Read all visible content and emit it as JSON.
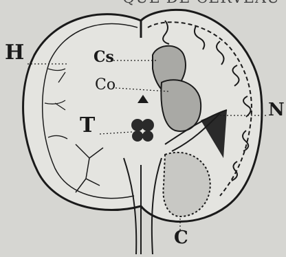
{
  "figure": {
    "labels": {
      "H": "H",
      "Cs": "Cs",
      "Co": "Co",
      "T": "T",
      "N": "N",
      "C": "C"
    },
    "top_cut_text": "QUE DE CERVEAU"
  },
  "colors": {
    "background": "#d6d6d2",
    "ink": "#1a1a1a",
    "shaded_region": "#a9a9a5",
    "dark_region": "#2a2a2a"
  }
}
